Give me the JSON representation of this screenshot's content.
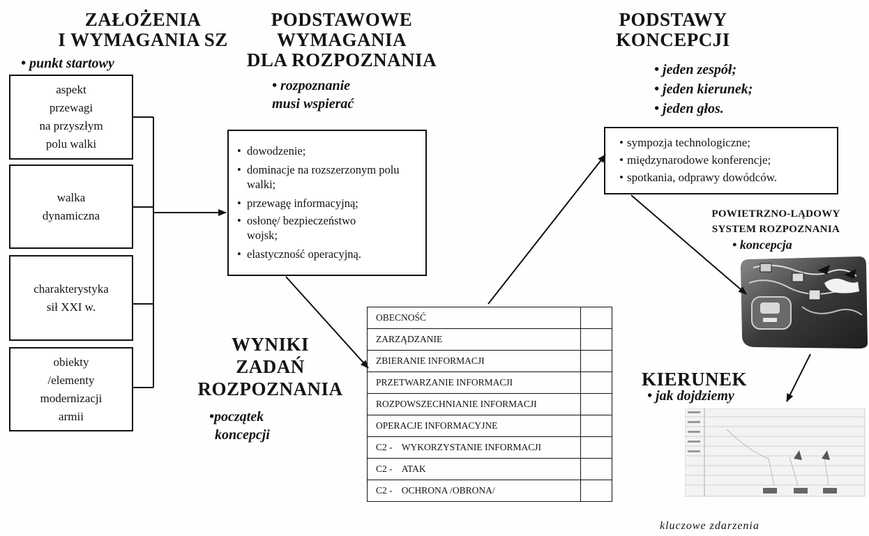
{
  "col1": {
    "title_lines": [
      "ZAŁOŻENIA",
      "I WYMAGANIA SZ"
    ],
    "subtitle": "punkt startowy",
    "boxes": [
      {
        "lines": [
          "aspekt",
          "przewagi",
          "na przyszłym",
          "polu walki"
        ]
      },
      {
        "lines": [
          "walka",
          "dynamiczna"
        ]
      },
      {
        "lines": [
          "charakterystyka",
          "sił XXI w."
        ]
      },
      {
        "lines": [
          "obiekty",
          "/elementy",
          "modernizacji",
          "armii"
        ]
      }
    ]
  },
  "col2": {
    "title_lines": [
      "PODSTAWOWE",
      "WYMAGANIA",
      "DLA ROZPOZNANIA"
    ],
    "subtitle_lines": [
      "rozpoznanie",
      "musi wspierać"
    ],
    "items": [
      "dowodzenie;",
      "dominacje na rozszerzonym polu walki;",
      "przewagę informacyjną;",
      "osłonę/ bezpieczeństwo wojsk;",
      "elastyczność operacyjną."
    ]
  },
  "results": {
    "title_lines": [
      "WYNIKI",
      "ZADAŃ",
      "ROZPOZNANIA"
    ],
    "subtitle_lines": [
      "początek",
      "koncepcji"
    ]
  },
  "table": {
    "rows": [
      {
        "prefix": "",
        "label": "OBECNOŚĆ"
      },
      {
        "prefix": "",
        "label": "ZARZĄDZANIE"
      },
      {
        "prefix": "",
        "label": "ZBIERANIE INFORMACJI"
      },
      {
        "prefix": "",
        "label": "PRZETWARZANIE INFORMACJI"
      },
      {
        "prefix": "",
        "label": "ROZPOWSZECHNIANIE INFORMACJI"
      },
      {
        "prefix": "",
        "label": "OPERACJE INFORMACYJNE"
      },
      {
        "prefix": "C2 -",
        "label": "WYKORZYSTANIE INFORMACJI"
      },
      {
        "prefix": "C2 -",
        "label": "ATAK"
      },
      {
        "prefix": "C2 -",
        "label": "OCHRONA /OBRONA/"
      }
    ]
  },
  "col4": {
    "title_lines": [
      "PODSTAWY",
      "KONCEPCJI"
    ],
    "bullets": [
      "jeden zespół;",
      "jeden kierunek;",
      "jeden głos."
    ],
    "items": [
      "sympozja technologiczne;",
      "międzynarodowe konferencje;",
      "spotkania, odprawy dowódców."
    ]
  },
  "system": {
    "title_lines": [
      "POWIETRZNO-LĄDOWY",
      "SYSTEM ROZPOZNANIA"
    ],
    "subtitle": "koncepcja"
  },
  "direction": {
    "title": "KIERUNEK",
    "subtitle": "jak dojdziemy",
    "caption": "kluczowe zdarzenia"
  }
}
